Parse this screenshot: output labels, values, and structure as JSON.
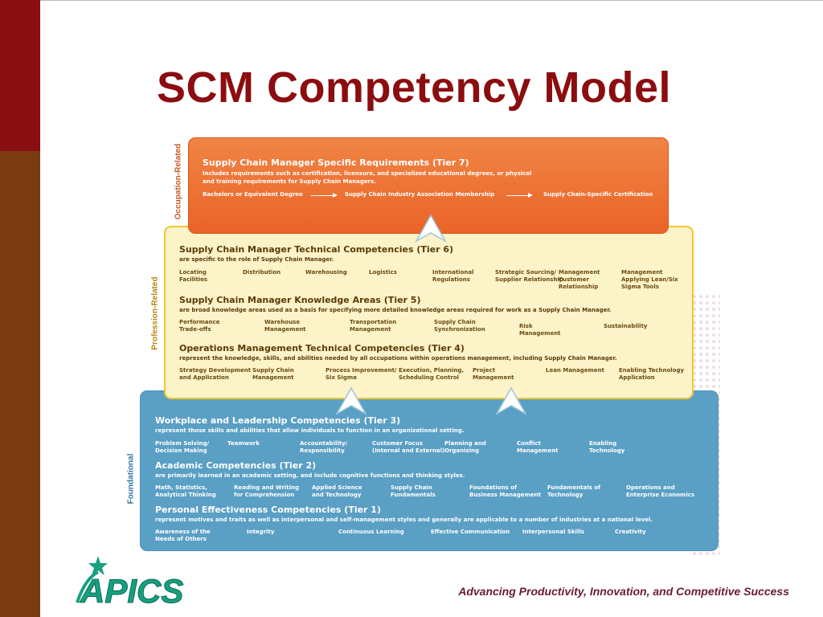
{
  "slide": {
    "title": "SCM Competency Model",
    "tagline": "Advancing Productivity, Innovation, and Competitive Success",
    "logo_text": "APICS",
    "logo_icon": "apics-star-logo-icon"
  },
  "colors": {
    "side_top": "#8a0f12",
    "side_bottom": "#7a3b10",
    "title": "#8b0d10",
    "orange_band": "#ea6428",
    "yellow_band": "#fcf3c8",
    "blue_band": "#5a9fc4",
    "logo": "#16a07f",
    "tagline": "#6a1a3a"
  },
  "bands": {
    "occupation": "Occupation-Related",
    "profession": "Profession-Related",
    "foundational": "Foundational"
  },
  "tiers": {
    "t7": {
      "title": "Supply Chain Manager Specific Requirements (Tier 7)",
      "desc1": "Includes requirements such as certification, licensure, and specialized educational degrees, or physical",
      "desc2": "and training requirements for Supply Chain Managers.",
      "items": [
        "Bachelors or Equivalent Degree",
        "Supply Chain Industry Association Membership",
        "Supply Chain-Specific Certification"
      ]
    },
    "t6": {
      "title": "Supply Chain Manager Technical Competencies (Tier 6)",
      "desc": "are specific to the role of Supply Chain Manager.",
      "items": [
        "Locating\nFacilities",
        "Distribution",
        "Warehousing",
        "Logistics",
        "International\nRegulations",
        "Strategic Sourcing/\nSupplier Relationship",
        "Management\nCustomer\nRelationship",
        "Management\nApplying Lean/Six\nSigma Tools"
      ]
    },
    "t5": {
      "title": "Supply Chain Manager Knowledge Areas (Tier 5)",
      "desc": "are broad knowledge areas used as a basis for specifying more detailed knowledge areas required for work as a Supply Chain Manager.",
      "items": [
        "Performance\nTrade-offs",
        "Warehouse\nManagement",
        "Transportation\nManagement",
        "Supply Chain\nSynchronization",
        "Risk\nManagement",
        "Sustainability"
      ]
    },
    "t4": {
      "title": "Operations Management Technical Competencies (Tier 4)",
      "desc": "represent the knowledge, skills, and abilities needed by all occupations within operations management, including Supply Chain Manager.",
      "items": [
        "Strategy Development\nand Application",
        "Supply Chain\nManagement",
        "Process Improvement/\nSix Sigma",
        "Execution, Planning,\nScheduling Control",
        "Project\nManagement",
        "Lean Management",
        "Enabling Technology\nApplication"
      ]
    },
    "t3": {
      "title": "Workplace and Leadership Competencies (Tier 3)",
      "desc": "represent those skills and abilities that allow individuals to function in an organizational setting.",
      "items": [
        "Problem Solving/\nDecision Making",
        "Teamwork",
        "Accountability/\nResponsibility",
        "Customer Focus\n(Internal and External)",
        "Planning and\nOrganizing",
        "Conflict\nManagement",
        "Enabling\nTechnology"
      ]
    },
    "t2": {
      "title": "Academic Competencies (Tier 2)",
      "desc": "are primarily learned in an academic setting, and include cognitive functions and thinking styles.",
      "items": [
        "Math, Statistics,\nAnalytical Thinking",
        "Reading and Writing\nfor Comprehension",
        "Applied Science\nand Technology",
        "Supply Chain\nFundamentals",
        "Foundations of\nBusiness Management",
        "Fundamentals of\nTechnology",
        "Operations and\nEnterprise Economics"
      ]
    },
    "t1": {
      "title": "Personal Effectiveness Competencies (Tier 1)",
      "desc": "represent motives and traits as well as interpersonal and self-management styles and generally are applicable to a number of industries at a national level.",
      "items": [
        "Awareness of the\nNeeds of Others",
        "Integrity",
        "Continuous Learning",
        "Effective Communication",
        "Interpersonal Skills",
        "Creativity"
      ]
    }
  }
}
